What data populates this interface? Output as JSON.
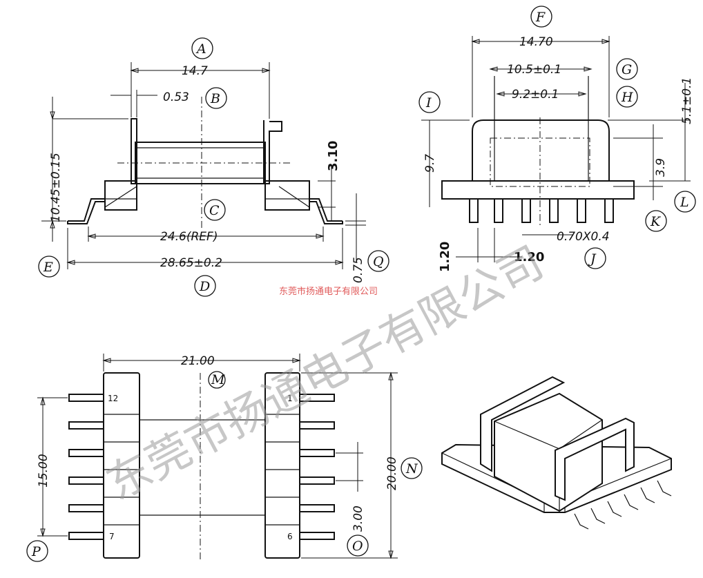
{
  "labels": {
    "A": "A",
    "B": "B",
    "C": "C",
    "D": "D",
    "E": "E",
    "F": "F",
    "G": "G",
    "H": "H",
    "I": "I",
    "J": "J",
    "K": "K",
    "L": "L",
    "M": "M",
    "N": "N",
    "O": "O",
    "P": "P",
    "Q": "Q"
  },
  "dims": {
    "a_width": "14.7",
    "b_flange": "0.53",
    "c_height_main": "10.45±0.15",
    "d_overall": "28.65±0.2",
    "ref_width": "24.6(REF)",
    "h_3_10": "3.10",
    "q_075": "0.75",
    "f_width": "14.70",
    "g_width": "10.5±0.1",
    "h_width": "9.2±0.1",
    "i_height": "9.7",
    "k_height": "3.9",
    "l_height": "5.1±0.1",
    "pin_size": "0.70X0.4",
    "pitch_h": "1.20",
    "pitch_v": "1.20",
    "m_width": "21.00",
    "n_height": "20.00",
    "p_height": "15.00",
    "o_pitch": "3.00"
  },
  "pins": {
    "top_left": "12",
    "bottom_left": "7",
    "top_right": "1",
    "bottom_right": "6"
  },
  "watermark": {
    "large": "东莞市扬通电子有限公司",
    "small": "东莞市扬通电子有限公司"
  }
}
